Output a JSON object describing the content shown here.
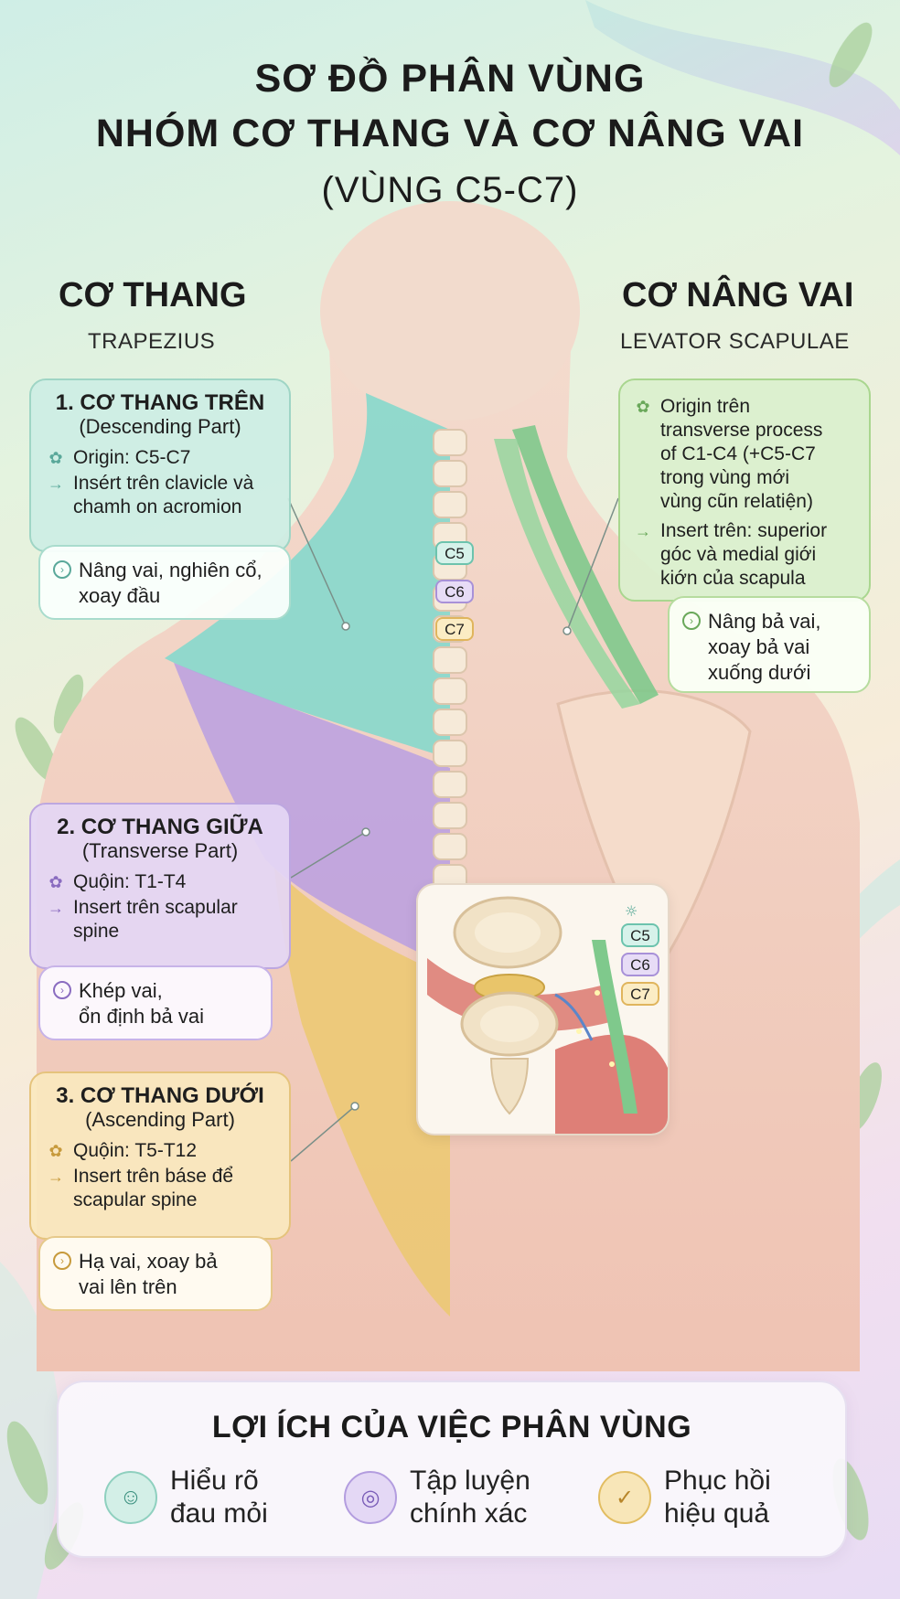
{
  "title": {
    "line1": "SƠ ĐỒ PHÂN VÙNG",
    "line2": "NHÓM CƠ THANG VÀ CƠ NÂNG VAI",
    "line3": "(VÙNG C5-C7)"
  },
  "left_header": {
    "name": "CƠ THANG",
    "latin": "TRAPEZIUS"
  },
  "right_header": {
    "name": "CƠ NÂNG VAI",
    "latin": "LEVATOR SCAPULAE"
  },
  "upper": {
    "title": "1. CƠ THANG TRÊN",
    "subtitle": "(Descending Part)",
    "origin": "Origin: C5-C7",
    "insert_1": "Insért trên clavicle và",
    "insert_2": "chamh on acromion",
    "action_1": "Nâng vai, nghiên cổ,",
    "action_2": "xoay đầu"
  },
  "middle": {
    "title": "2. CƠ THANG GIỮA",
    "subtitle": "(Transverse Part)",
    "origin": "Quộin: T1-T4",
    "insert_1": "Insert trên scapular",
    "insert_2": "spine",
    "action_1": "Khép vai,",
    "action_2": "ổn định bả vai"
  },
  "lower": {
    "title": "3. CƠ THANG DƯỚI",
    "subtitle": "(Ascending Part)",
    "origin": "Quộin: T5-T12",
    "insert_1": "Insert trên báse để",
    "insert_2": "scapular spine",
    "action_1": "Hạ vai, xoay bả",
    "action_2": "vai lên trên"
  },
  "levator": {
    "origin_lines": [
      "Origin trên",
      "transverse process",
      "of C1-C4 (+C5-C7",
      "trong vùng mới",
      "vùng cũn relatiện)"
    ],
    "insert_lines": [
      "Insert trên: superior",
      "góc và medial giới",
      "kiớn của scapula"
    ],
    "action_lines": [
      "Nâng bả vai,",
      "xoay bả vai",
      "xuống dưới"
    ]
  },
  "vertebrae": {
    "c5": "C5",
    "c6": "C6",
    "c7": "C7"
  },
  "inset_labels": {
    "c5": "C5",
    "c6": "C6",
    "c7": "C7"
  },
  "benefits": {
    "title": "LỢI ÍCH CỦA VIỆC PHÂN VÙNG",
    "items": [
      {
        "line1": "Hiểu rõ",
        "line2": "đau mỏi"
      },
      {
        "line1": "Tập luyện",
        "line2": "chính xác"
      },
      {
        "line1": "Phục hồi",
        "line2": "hiệu quả"
      }
    ]
  },
  "colors": {
    "upper_trapezius": "#86d8cc",
    "middle_trapezius": "#bba0e0",
    "lower_trapezius": "#ecc872",
    "levator_scapulae": "#7fc98c",
    "skin": "#f3d2bf"
  }
}
